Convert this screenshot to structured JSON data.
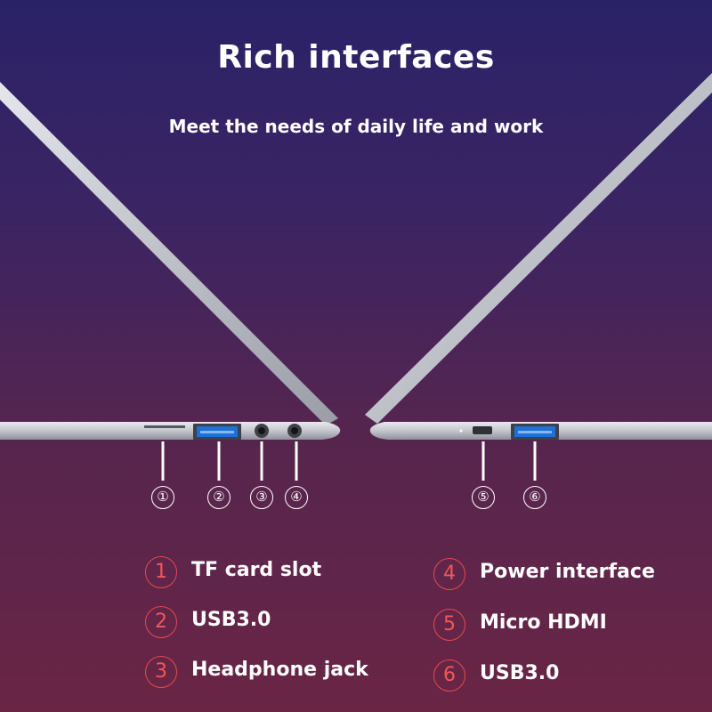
{
  "header": {
    "title": "Rich interfaces",
    "subtitle": "Meet the needs of daily life and work"
  },
  "port_markers": [
    "①",
    "②",
    "③",
    "④",
    "⑤",
    "⑥"
  ],
  "legend": [
    {
      "number": "1",
      "label": "TF card slot"
    },
    {
      "number": "2",
      "label": "USB3.0"
    },
    {
      "number": "3",
      "label": "Headphone jack"
    },
    {
      "number": "4",
      "label": "Power interface"
    },
    {
      "number": "5",
      "label": "Micro HDMI"
    },
    {
      "number": "6",
      "label": "USB3.0"
    }
  ],
  "colors": {
    "background_top": "#2a2268",
    "background_bottom": "#6a2545",
    "laptop_silver": "#c9cbd2",
    "usb_port_blue": "#1e6fd9",
    "legend_badge_red": "#e64a4a"
  }
}
